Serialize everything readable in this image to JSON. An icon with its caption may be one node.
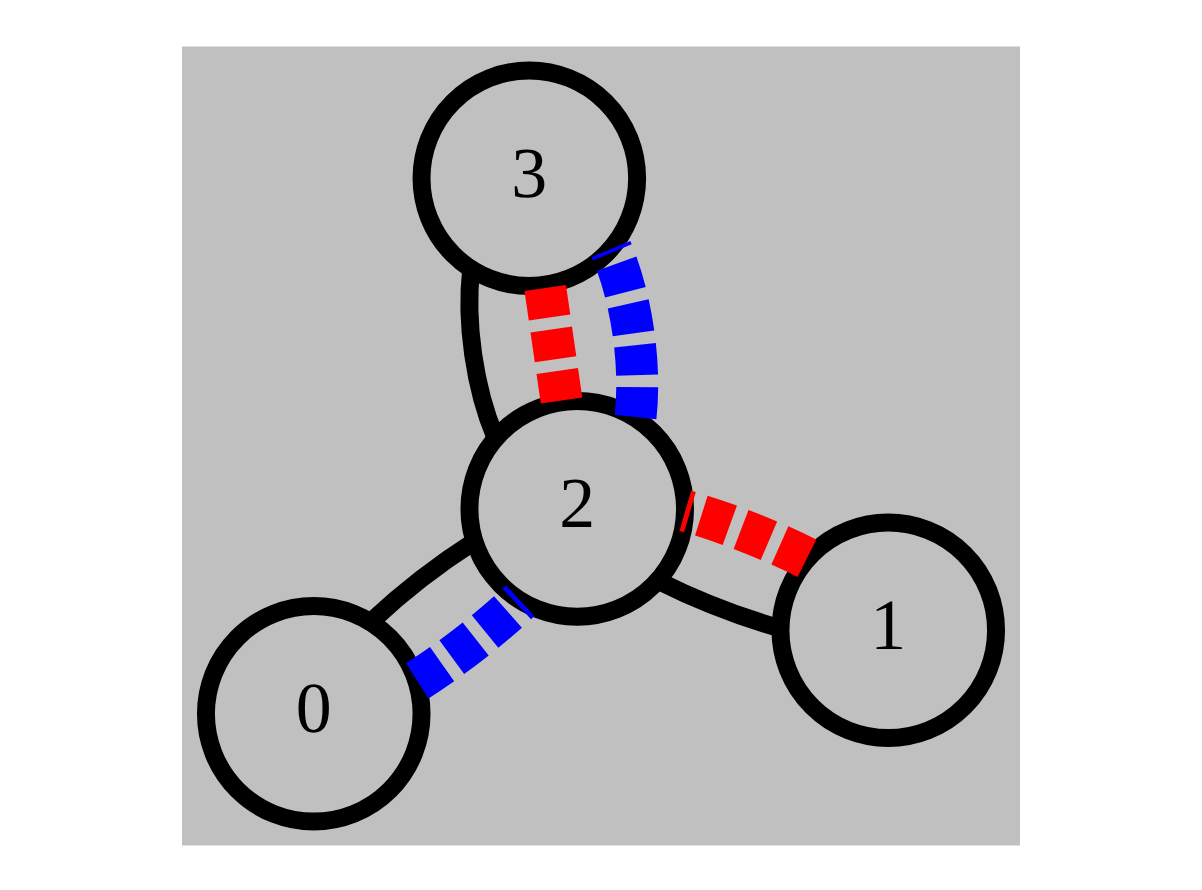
{
  "diagram": {
    "nodes": [
      {
        "text": [
          "0"
        ]
      },
      {
        "text": [
          "1"
        ]
      },
      {
        "text": [
          "2"
        ]
      },
      {
        "text": [
          "3"
        ]
      }
    ],
    "edges": [
      {
        "from": 0,
        "to": 2,
        "arrow": "none"
      },
      {
        "from": 0,
        "to": 2,
        "arrow": "none",
        "style": "dashed",
        "color": "#0000ff"
      },
      {
        "from": 1,
        "to": 2,
        "arrow": "none"
      },
      {
        "from": 1,
        "to": 2,
        "arrow": "none",
        "style": "dashed",
        "color": "#ff0000"
      },
      {
        "from": 2,
        "to": 3,
        "arrow": "none"
      },
      {
        "from": 2,
        "to": 3,
        "arrow": "none",
        "style": "dashed",
        "color": "#0000ff"
      },
      {
        "from": 2,
        "to": 3,
        "arrow": "none",
        "style": "dashed",
        "color": "#ff0000"
      }
    ]
  }
}
